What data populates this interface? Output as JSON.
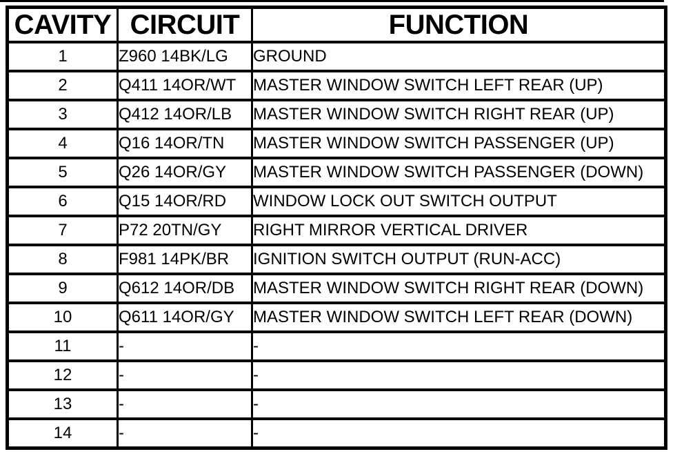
{
  "page": {
    "background": "#ffffff",
    "text_color": "#000000",
    "rule_color": "#000000"
  },
  "connector_table": {
    "columns": [
      {
        "key": "cavity",
        "label": "CAVITY"
      },
      {
        "key": "circuit",
        "label": "CIRCUIT"
      },
      {
        "key": "function",
        "label": "FUNCTION"
      }
    ],
    "rows": [
      {
        "cavity": "1",
        "circuit": "Z960 14BK/LG",
        "function": "GROUND"
      },
      {
        "cavity": "2",
        "circuit": "Q411 14OR/WT",
        "function": "MASTER WINDOW SWITCH LEFT REAR (UP)"
      },
      {
        "cavity": "3",
        "circuit": "Q412 14OR/LB",
        "function": "MASTER WINDOW SWITCH RIGHT REAR (UP)"
      },
      {
        "cavity": "4",
        "circuit": "Q16 14OR/TN",
        "function": "MASTER WINDOW SWITCH PASSENGER (UP)"
      },
      {
        "cavity": "5",
        "circuit": "Q26 14OR/GY",
        "function": "MASTER WINDOW SWITCH PASSENGER (DOWN)"
      },
      {
        "cavity": "6",
        "circuit": "Q15 14OR/RD",
        "function": "WINDOW LOCK OUT SWITCH OUTPUT"
      },
      {
        "cavity": "7",
        "circuit": "P72 20TN/GY",
        "function": "RIGHT MIRROR VERTICAL DRIVER"
      },
      {
        "cavity": "8",
        "circuit": "F981 14PK/BR",
        "function": "IGNITION SWITCH OUTPUT (RUN-ACC)"
      },
      {
        "cavity": "9",
        "circuit": "Q612 14OR/DB",
        "function": "MASTER WINDOW SWITCH RIGHT REAR (DOWN)"
      },
      {
        "cavity": "10",
        "circuit": "Q611 14OR/GY",
        "function": "MASTER WINDOW SWITCH LEFT REAR (DOWN)"
      },
      {
        "cavity": "11",
        "circuit": "-",
        "function": "-"
      },
      {
        "cavity": "12",
        "circuit": "-",
        "function": "-"
      },
      {
        "cavity": "13",
        "circuit": "-",
        "function": "-"
      },
      {
        "cavity": "14",
        "circuit": "-",
        "function": "-"
      }
    ]
  }
}
